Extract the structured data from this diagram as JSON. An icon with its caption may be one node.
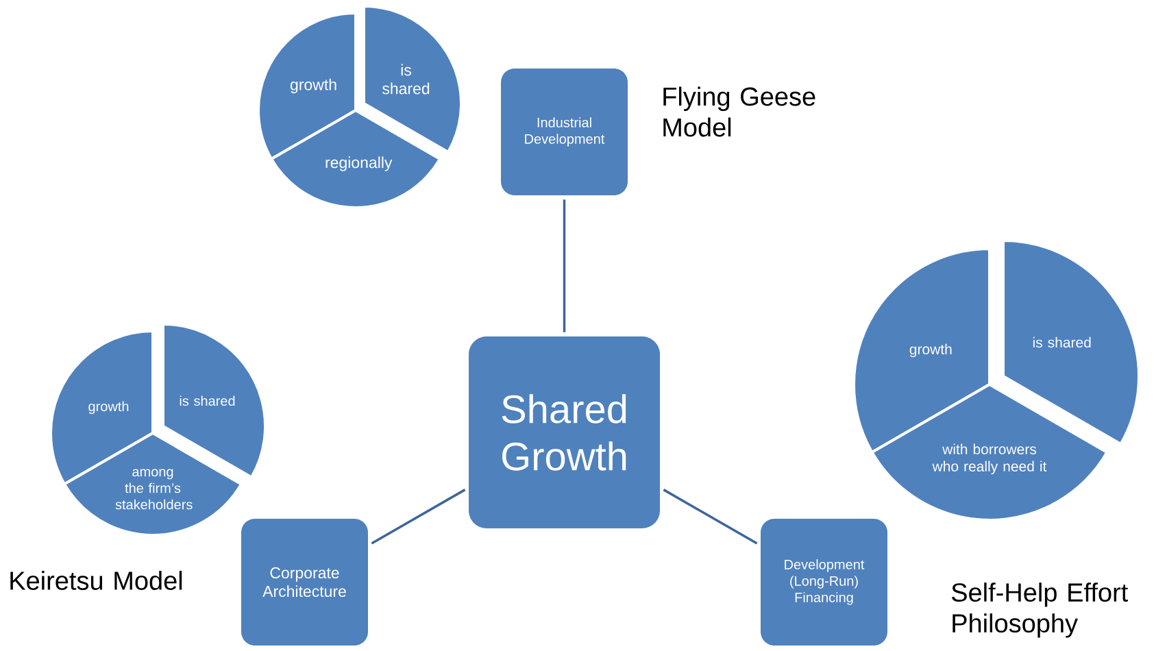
{
  "diagram": {
    "nodes": [
      {
        "text": [
          "growth"
        ]
      },
      {
        "text": [
          "is shared"
        ]
      },
      {
        "text": [
          "regionally"
        ]
      },
      {
        "text": [
          "Industrial Development"
        ]
      },
      {
        "text": [
          "Shared Growth"
        ]
      },
      {
        "text": [
          "growth"
        ]
      },
      {
        "text": [
          "is shared"
        ]
      },
      {
        "text": [
          "among the firm’s stakeholders"
        ]
      },
      {
        "text": [
          "growth"
        ]
      },
      {
        "text": [
          "is shared"
        ]
      },
      {
        "text": [
          "with borrowers who really need it"
        ]
      },
      {
        "text": [
          "Corporate Architecture"
        ]
      },
      {
        "text": [
          "Development (Long-Run) Financing"
        ]
      }
    ],
    "edges": [
      {
        "from": 4,
        "to": 3,
        "arrow": "none"
      },
      {
        "from": 4,
        "to": 11,
        "arrow": "none"
      },
      {
        "from": 4,
        "to": 12,
        "arrow": "none"
      }
    ],
    "labels": [
      "Flying Geese Model",
      "Keiretsu Model",
      "Self-Help Effort Philosophy"
    ]
  }
}
